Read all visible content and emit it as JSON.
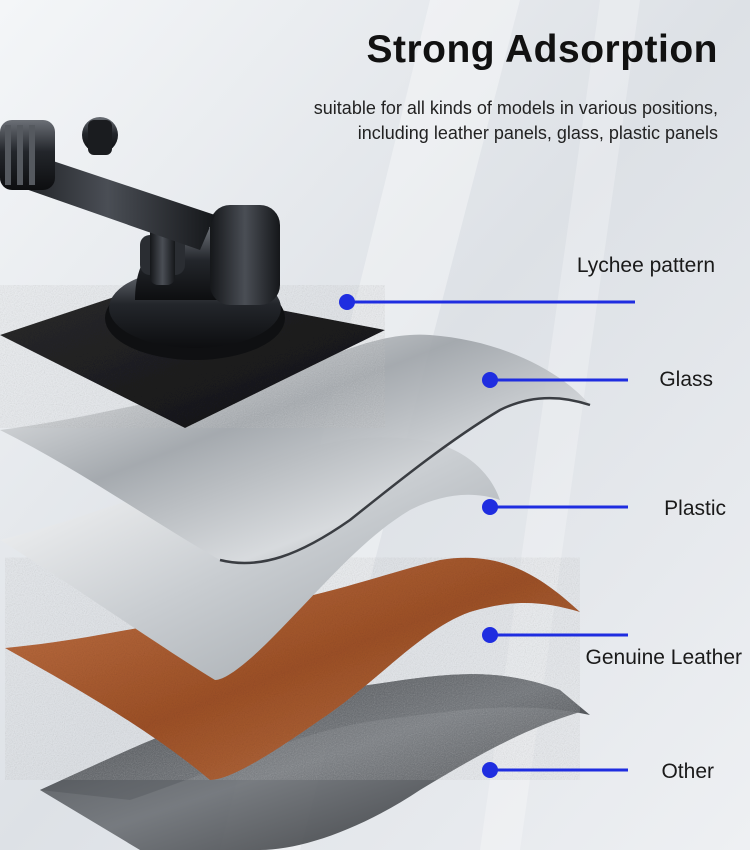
{
  "header": {
    "title": "Strong Adsorption",
    "subtitle": "suitable for all kinds of models in various positions, including leather panels, glass, plastic panels"
  },
  "materials": [
    {
      "label": "Lychee pattern"
    },
    {
      "label": "Glass"
    },
    {
      "label": "Plastic"
    },
    {
      "label": "Genuine Leather"
    },
    {
      "label": "Other"
    }
  ],
  "colors": {
    "accent": "#1f2de0",
    "leather": "#b4643a",
    "background": "#e9ecf0"
  }
}
